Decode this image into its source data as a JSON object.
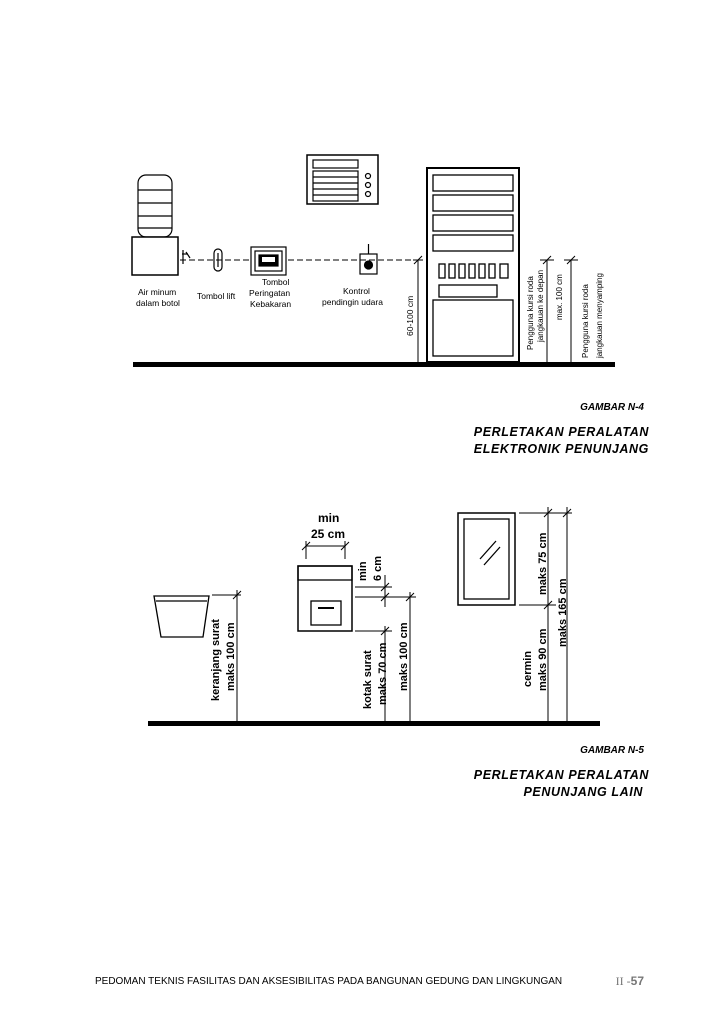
{
  "figure_n4": {
    "labels": {
      "water": [
        "Air minum",
        "dalam botol"
      ],
      "lift": "Tombol lift",
      "fire": [
        "Tombol",
        "Peringatan",
        "Kebakaran"
      ],
      "ac": [
        "Kontrol",
        "pendingin udara"
      ],
      "height": "60-100 cm",
      "reach_front": [
        "Pengguna kursi roda",
        "jangkauan ke depan",
        "max. 100 cm"
      ],
      "reach_side": [
        "Pengguna kursi roda",
        "jangkauan menyamping"
      ]
    },
    "caption_number": "GAMBAR N-4",
    "caption_title": [
      "PERLETAKAN PERALATAN",
      "ELEKTRONIK PENUNJANG"
    ]
  },
  "figure_n5": {
    "labels": {
      "min_top": "min",
      "min_width": "25 cm",
      "min_6": [
        "min",
        "6 cm"
      ],
      "basket": [
        "keranjang surat",
        "maks 100 cm"
      ],
      "mailbox": [
        "kotak surat",
        "maks 70 cm"
      ],
      "mailbox_max": "maks 100 cm",
      "mirror_top": "maks 75 cm",
      "mirror_total": "maks 165 cm",
      "mirror": [
        "cermin",
        "maks 90 cm"
      ]
    },
    "caption_number": "GAMBAR N-5",
    "caption_title": [
      "PERLETAKAN PERALATAN",
      "PENUNJANG LAIN"
    ]
  },
  "footer": {
    "text": "PEDOMAN TEKNIS FASILITAS DAN AKSESIBILITAS PADA BANGUNAN GEDUNG DAN LINGKUNGAN",
    "page_roman": "II",
    "page_sep": " -",
    "page_num": "57"
  }
}
